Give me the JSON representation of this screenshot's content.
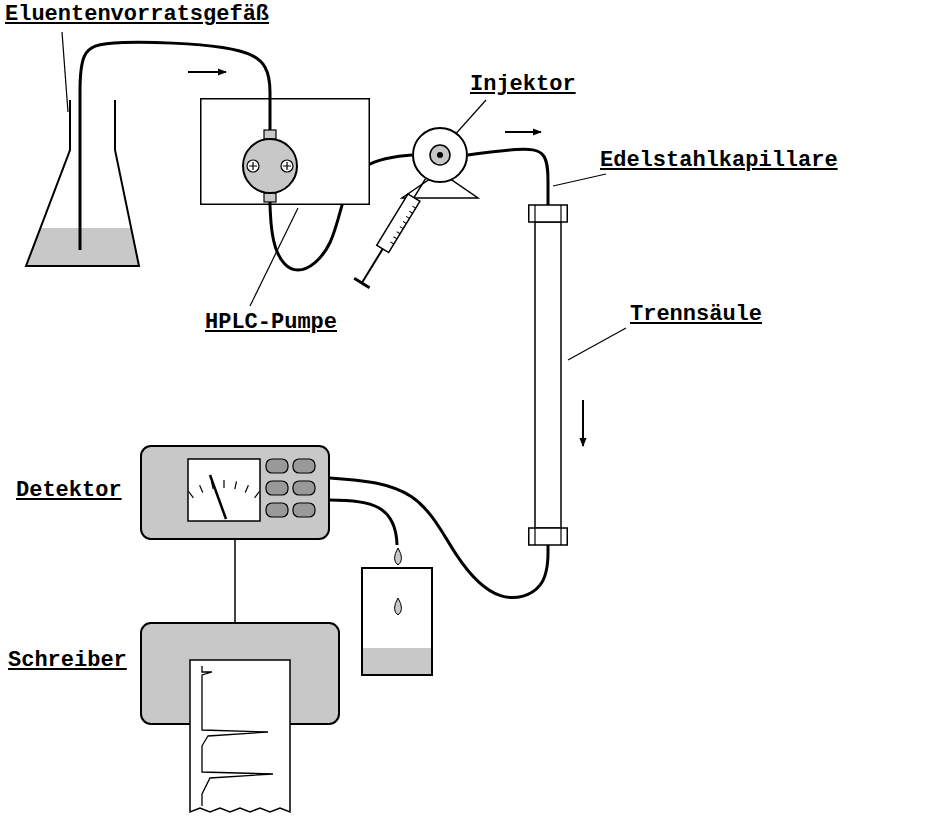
{
  "diagram": {
    "nodes": [
      {
        "text": [
          "Eluentenvorratsgefäß"
        ]
      },
      {
        "text": [
          "HPLC-Pumpe"
        ]
      },
      {
        "text": [
          "Injektor"
        ]
      },
      {
        "text": [
          "Trennsäule"
        ]
      },
      {
        "text": [
          "Detektor"
        ]
      },
      {
        "text": [
          "Schreiber"
        ]
      }
    ],
    "edges": [
      {
        "from": 0,
        "to": 1,
        "arrow": "none"
      },
      {
        "from": 1,
        "to": 2,
        "arrow": "none"
      },
      {
        "from": 2,
        "to": 3,
        "arrow": "none"
      },
      {
        "from": 3,
        "to": 4,
        "arrow": "none"
      },
      {
        "from": 4,
        "to": 5,
        "arrow": "none"
      }
    ],
    "labels": [
      "Edelstahlkapillare"
    ]
  }
}
